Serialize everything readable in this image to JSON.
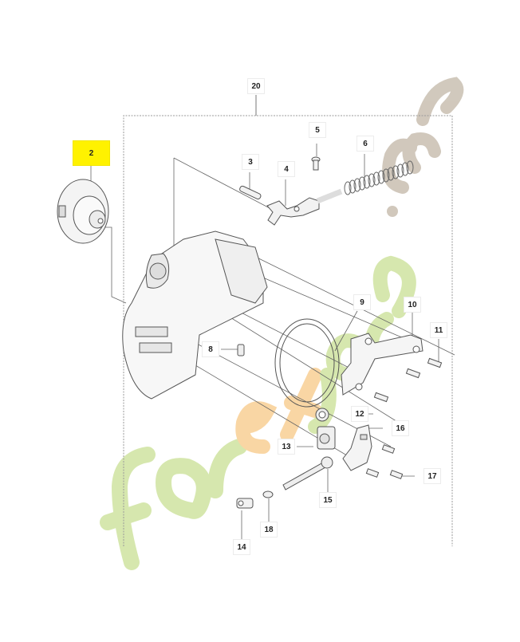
{
  "diagram": {
    "type": "exploded-parts-diagram",
    "subject": "chainsaw clutch cover / chain brake and chain tensioner assembly",
    "group_label": "20",
    "highlighted_part": "2",
    "highlight_color": "#fff200",
    "parts": [
      {
        "ref": "2",
        "label": "2",
        "description": "clutch drum assembly",
        "highlighted": true
      },
      {
        "ref": "3",
        "label": "3",
        "description": "pin"
      },
      {
        "ref": "4",
        "label": "4",
        "description": "lever / link"
      },
      {
        "ref": "5",
        "label": "5",
        "description": "screw"
      },
      {
        "ref": "6",
        "label": "6",
        "description": "spring"
      },
      {
        "ref": "8",
        "label": "8",
        "description": "pin"
      },
      {
        "ref": "9",
        "label": "9",
        "description": "brake band"
      },
      {
        "ref": "10",
        "label": "10",
        "description": "bracket / cover plate"
      },
      {
        "ref": "11",
        "label": "11",
        "description": "screws"
      },
      {
        "ref": "12",
        "label": "12",
        "description": "gear"
      },
      {
        "ref": "13",
        "label": "13",
        "description": "gear housing"
      },
      {
        "ref": "14",
        "label": "14",
        "description": "adjuster nut"
      },
      {
        "ref": "15",
        "label": "15",
        "description": "tensioner screw"
      },
      {
        "ref": "16",
        "label": "16",
        "description": "tensioner bracket"
      },
      {
        "ref": "17",
        "label": "17",
        "description": "screws"
      },
      {
        "ref": "18",
        "label": "18",
        "description": "washer / clip"
      },
      {
        "ref": "20",
        "label": "20",
        "description": "clutch cover assembly (group)"
      }
    ]
  },
  "watermark": {
    "text_foret": "foret",
    "text_jardin": "jardin",
    "text_com": ".com",
    "colors": {
      "green": "#cfe3a0",
      "orange": "#f9cf95",
      "taupe": "#c9bfb1"
    }
  }
}
